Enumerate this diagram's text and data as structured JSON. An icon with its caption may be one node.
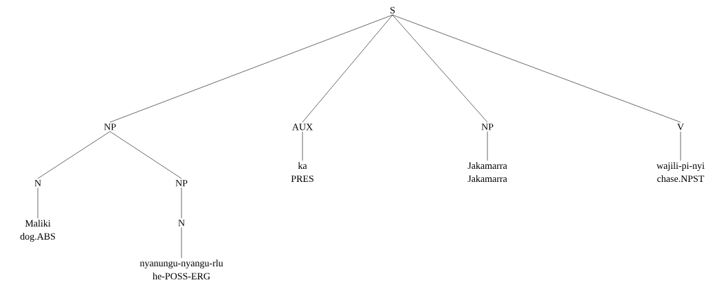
{
  "diagram": {
    "nodes": [
      {
        "text": [
          "S"
        ]
      },
      {
        "text": [
          "NP"
        ]
      },
      {
        "text": [
          "AUX"
        ]
      },
      {
        "text": [
          "NP"
        ]
      },
      {
        "text": [
          "V"
        ]
      },
      {
        "text": [
          "N"
        ]
      },
      {
        "text": [
          "NP"
        ]
      },
      {
        "text": [
          "Maliki",
          "dog.ABS"
        ]
      },
      {
        "text": [
          "N"
        ]
      },
      {
        "text": [
          "nyanungu-nyangu-rlu",
          "he-POSS-ERG"
        ]
      },
      {
        "text": [
          "ka",
          "PRES"
        ]
      },
      {
        "text": [
          "Jakamarra",
          "Jakamarra"
        ]
      },
      {
        "text": [
          "wajili-pi-nyi",
          "chase.NPST"
        ]
      }
    ],
    "edges": [
      {
        "from": 0,
        "to": 1,
        "arrow": "none"
      },
      {
        "from": 0,
        "to": 2,
        "arrow": "none"
      },
      {
        "from": 0,
        "to": 3,
        "arrow": "none"
      },
      {
        "from": 0,
        "to": 4,
        "arrow": "none"
      },
      {
        "from": 1,
        "to": 5,
        "arrow": "none"
      },
      {
        "from": 1,
        "to": 6,
        "arrow": "none"
      },
      {
        "from": 5,
        "to": 7,
        "arrow": "none"
      },
      {
        "from": 6,
        "to": 8,
        "arrow": "none"
      },
      {
        "from": 8,
        "to": 9,
        "arrow": "none"
      },
      {
        "from": 2,
        "to": 10,
        "arrow": "none"
      },
      {
        "from": 3,
        "to": 11,
        "arrow": "none"
      },
      {
        "from": 4,
        "to": 12,
        "arrow": "none"
      }
    ]
  }
}
